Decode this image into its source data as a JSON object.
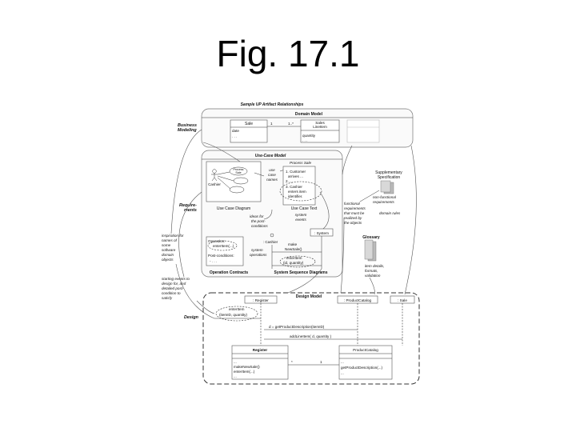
{
  "slide": {
    "title": "Fig. 17.1"
  },
  "diagram": {
    "title": "Sample UP Artifact Relationships",
    "side_labels": {
      "business": [
        "Business",
        "Modeling"
      ],
      "requirements": [
        "Require-",
        "ments"
      ],
      "design": "Design"
    },
    "domain_model": {
      "title": "Domain Model",
      "sale": "Sale",
      "sale_attrs": [
        "date",
        ". . ."
      ],
      "assoc_left": "1",
      "assoc_right": "1..*",
      "sales_line_item": [
        "Sales",
        "LineItem"
      ],
      "sli_attrs": [
        "quantity",
        ". . ."
      ]
    },
    "use_case_model": {
      "title": "Use-Case Model",
      "process_sale": "Process Sale",
      "steps": [
        "1. Customer",
        "arrives ...",
        "2. ...",
        "3. Cashier",
        "enters item",
        "identifier."
      ],
      "use_case_names": [
        "use",
        "case",
        "names"
      ],
      "cashier": "Cashier",
      "mini_usecase": [
        "Process",
        "Sale"
      ],
      "use_case_diagram": "Use Case Diagram",
      "use_case_text": "Use Case Text",
      "ideas": [
        "ideas for",
        "the post-",
        "conditions"
      ],
      "system_events": [
        "system",
        "events"
      ],
      "operation_lines": [
        "Operation:",
        "enterItem(...)"
      ],
      "post_conditions": [
        "Post-conditions:",
        "- . . ."
      ],
      "operation_contracts": "Operation Contracts",
      "ssd_cashier": ": Cashier",
      "ssd_system": ": System",
      "make_new_sale": [
        "make",
        "NewSale()"
      ],
      "system_operations": [
        "system",
        "operations"
      ],
      "enter_item_msg": [
        "enterItem",
        "(id, quantity)"
      ],
      "ssd_label": "System Sequence Diagrams"
    },
    "supplementary": {
      "title": [
        "Supplementary",
        "Specification"
      ],
      "non_functional": [
        "non-functional",
        "requirements"
      ],
      "domain_rules": "domain rules",
      "functional": [
        "functional",
        "requirements",
        "that must be",
        "realized by",
        "the objects"
      ]
    },
    "glossary": {
      "title": "Glossary",
      "details": [
        "item details,",
        "formats,",
        "validation"
      ]
    },
    "notes": {
      "inspiration": [
        "inspiration for",
        "names of",
        "some",
        "software",
        "domain",
        "objects"
      ],
      "starting": [
        "starting events to",
        "design for, and",
        "detailed post-",
        "condition to",
        "satisfy"
      ]
    },
    "design_model": {
      "title": "Design Model",
      "register_lifeline": ": Register",
      "catalog_lifeline": ": ProductCatalog",
      "sale_lifeline": ": Sale",
      "enter_item_call": [
        "enterItem",
        "(itemID, quantity)"
      ],
      "get_desc": "d = getProductDescription(itemID)",
      "add_line": "addLineItem( d, quantity )",
      "register_class": "Register",
      "register_ops": [
        "...",
        "makeNewSale()",
        "enterItem(...)",
        "..."
      ],
      "assoc_star": "*",
      "assoc_one": "1",
      "catalog_class": "ProductCatalog",
      "catalog_ops": [
        "...",
        "getProductDescription(...)",
        "..."
      ]
    }
  }
}
